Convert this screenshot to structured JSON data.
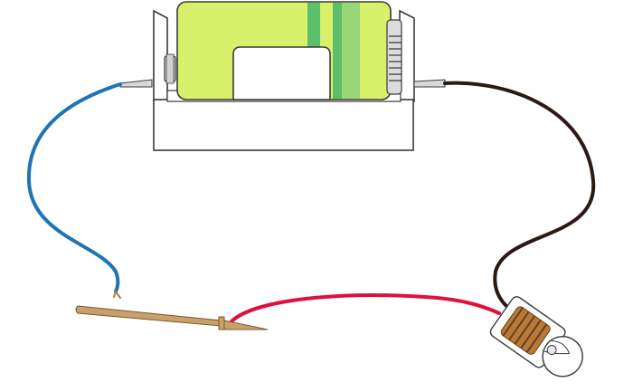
{
  "colors": {
    "background": "#ffffff",
    "battery_body": "#d9f06a",
    "battery_band": "#5cbf6a",
    "holder": "#ffffff",
    "holder_outline": "#3a3a3a",
    "wire_blue": "#1f73b7",
    "wire_dark": "#2a1a14",
    "wire_red": "#e0103a",
    "probe_wood": "#c7a06a",
    "bulb_coil": "#b87a3a"
  },
  "components": [
    {
      "name": "battery",
      "icon": "battery-icon"
    },
    {
      "name": "battery-holder",
      "icon": "holder-icon"
    },
    {
      "name": "wire-left",
      "icon": "wire-icon"
    },
    {
      "name": "wire-right",
      "icon": "wire-icon"
    },
    {
      "name": "wire-red",
      "icon": "wire-icon"
    },
    {
      "name": "probe-stick",
      "icon": "probe-icon"
    },
    {
      "name": "light-bulb",
      "icon": "bulb-icon"
    }
  ]
}
